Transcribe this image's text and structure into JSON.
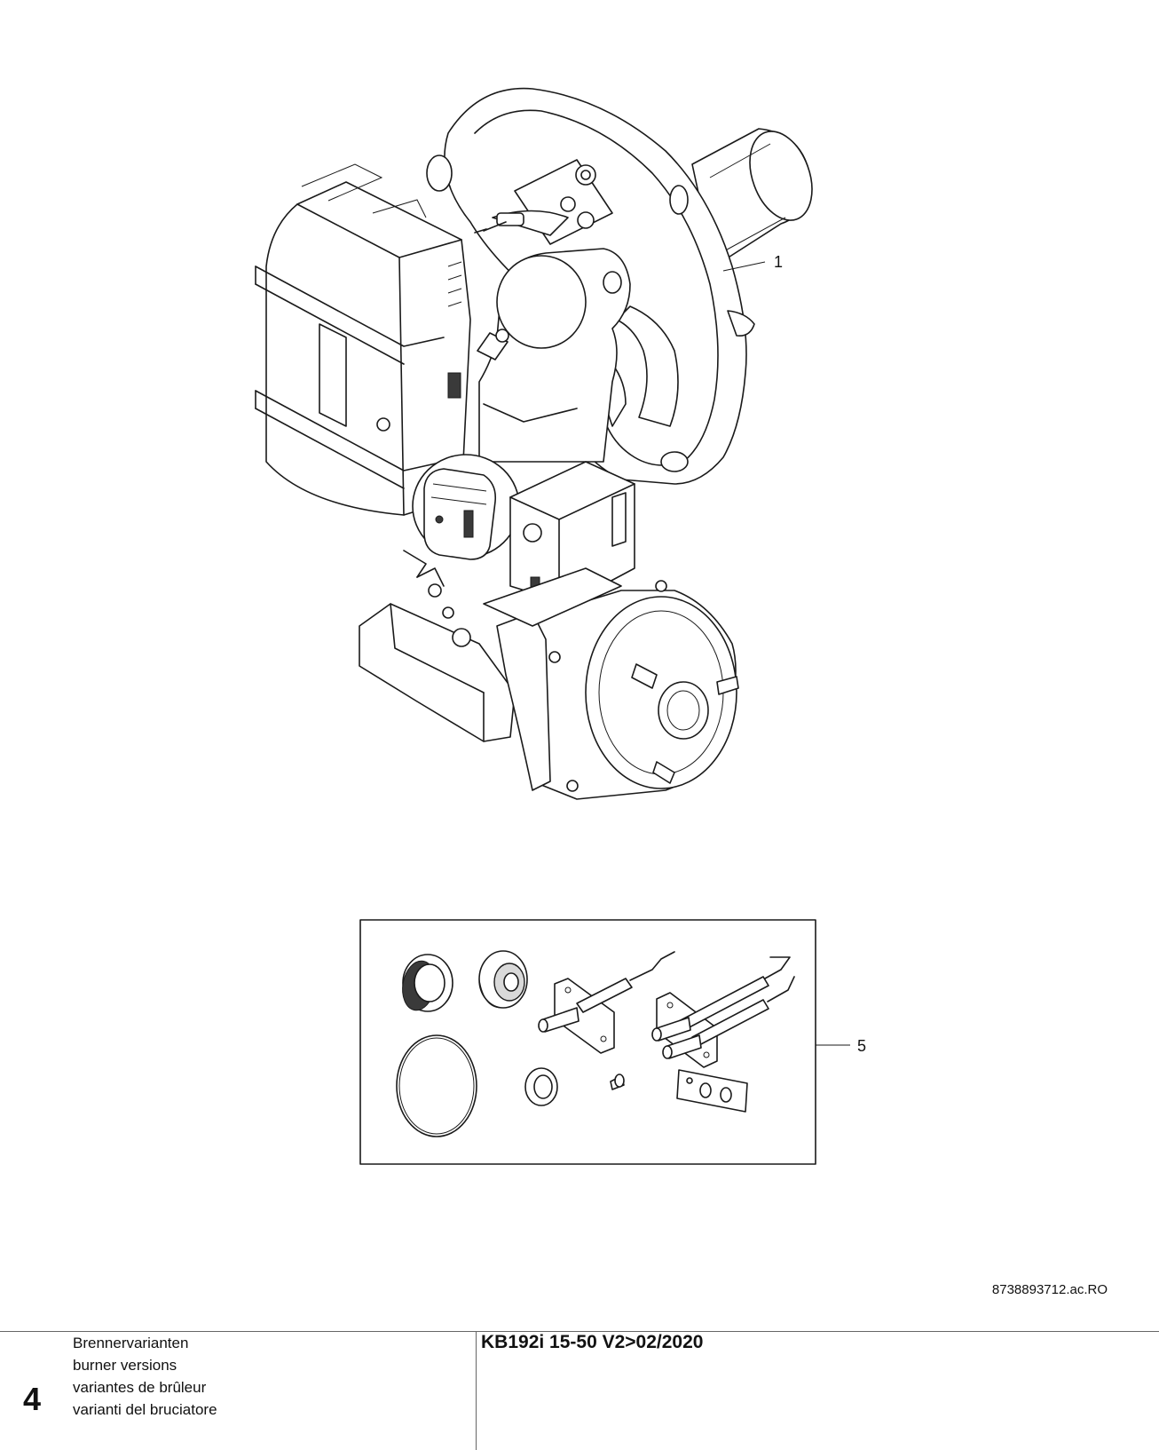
{
  "callouts": {
    "main_assembly": "1",
    "spare_parts_kit": "5"
  },
  "document_id": "8738893712.ac.RO",
  "footer": {
    "page_number": "4",
    "captions": [
      "Brennervarianten",
      "burner versions",
      "variantes de brûleur",
      "varianti del bruciatore"
    ],
    "model": "KB192i 15-50 V2>02/2020"
  }
}
